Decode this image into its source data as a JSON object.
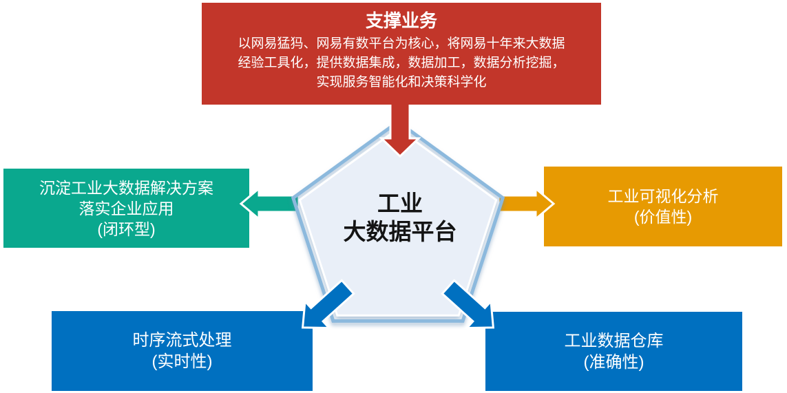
{
  "colors": {
    "red": "#c2362a",
    "teal": "#0aa88e",
    "orange": "#e79a02",
    "blue": "#0070c0",
    "pentagon_fill": "#e9eff8",
    "pentagon_border": "#8cb9dd",
    "text_light": "#ffffff"
  },
  "top_box": {
    "title": "支撑业务",
    "body_lines": [
      "以网易猛犸、网易有数平台为核心，将网易十年来大数据",
      "经验工具化，提供数据集成，数据加工，数据分析挖掘，",
      "实现服务智能化和决策科学化"
    ]
  },
  "pentagon": {
    "lines": [
      "工业",
      "大数据平台"
    ]
  },
  "left_box": {
    "lines": [
      "沉淀工业大数据解决方案",
      "落实企业应用",
      "(闭环型)"
    ]
  },
  "right_box": {
    "lines": [
      "工业可视化分析",
      "(价值性)"
    ]
  },
  "bottom_left_box": {
    "lines": [
      "时序流式处理",
      "(实时性)"
    ]
  },
  "bottom_right_box": {
    "lines": [
      "工业数据仓库",
      "(准确性)"
    ]
  }
}
